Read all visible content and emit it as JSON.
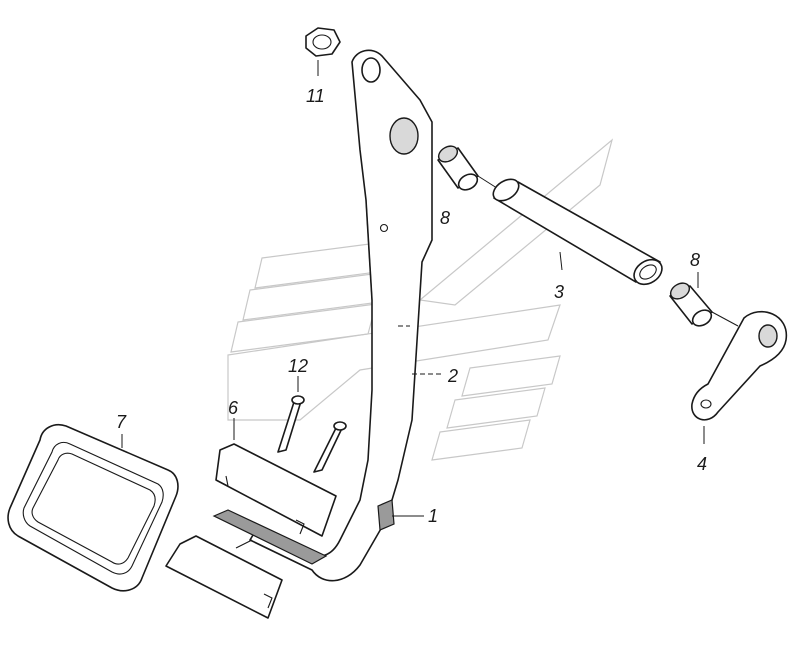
{
  "diagram": {
    "callouts": [
      {
        "id": "c1",
        "label": "1"
      },
      {
        "id": "c2",
        "label": "2"
      },
      {
        "id": "c3",
        "label": "3"
      },
      {
        "id": "c4",
        "label": "4"
      },
      {
        "id": "c6",
        "label": "6"
      },
      {
        "id": "c7",
        "label": "7"
      },
      {
        "id": "c8a",
        "label": "8"
      },
      {
        "id": "c8b",
        "label": "8"
      },
      {
        "id": "c11",
        "label": "11"
      },
      {
        "id": "c12",
        "label": "12"
      }
    ],
    "colors": {
      "line": "#1a1a1a",
      "watermark": "#c8c8c8",
      "background": "#ffffff"
    }
  }
}
